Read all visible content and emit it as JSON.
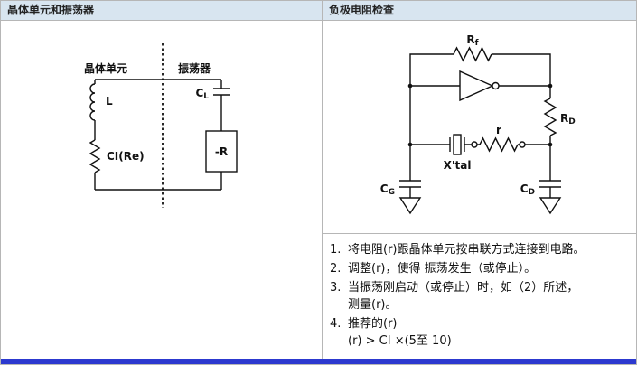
{
  "colors": {
    "header_bg": "#d8e5f0",
    "bottom_bar": "#2c39cf",
    "ink": "#111111"
  },
  "left_panel": {
    "title": "晶体单元和振荡器",
    "diagram": {
      "region_left_label": "晶体单元",
      "region_right_label": "振荡器",
      "inductor": "L",
      "ci_re": "CI(Re)",
      "cl": {
        "base": "C",
        "sub": "L"
      },
      "neg_r": "-R"
    }
  },
  "right_panel": {
    "title": "负极电阻检查",
    "diagram": {
      "rf": {
        "base": "R",
        "sub": "f"
      },
      "rd": {
        "base": "R",
        "sub": "D"
      },
      "r": "r",
      "xtal": "X'tal",
      "cg": {
        "base": "C",
        "sub": "G"
      },
      "cd": {
        "base": "C",
        "sub": "D"
      }
    },
    "notes": [
      {
        "num": "1.",
        "lines": [
          "将电阻(r)跟晶体单元按串联方式连接到电路。"
        ]
      },
      {
        "num": "2.",
        "lines": [
          "调整(r)，使得 振荡发生（或停止）。"
        ]
      },
      {
        "num": "3.",
        "lines": [
          "当振荡刚启动（或停止）时，如（2）所述，",
          "测量(r)。"
        ]
      },
      {
        "num": "4.",
        "lines": [
          "推荐的(r)",
          "(r) > CI ×(5至 10)"
        ]
      }
    ]
  }
}
